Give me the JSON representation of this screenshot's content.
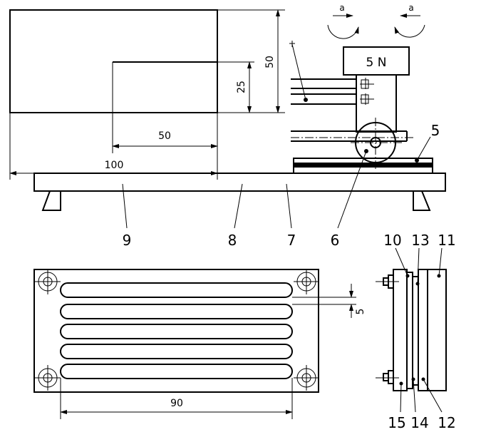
{
  "dimensions": {
    "top_width_inner": "50",
    "top_width_total": "100",
    "top_height_inner": "25",
    "top_height_total": "50",
    "slot_width": "5",
    "slot_length": "90"
  },
  "load_label": "5 N",
  "motion_labels": [
    "a",
    "a"
  ],
  "part_labels": {
    "p5": "5",
    "p6": "6",
    "p7": "7",
    "p8": "8",
    "p9": "9",
    "p10": "10",
    "p11": "11",
    "p12": "12",
    "p13": "13",
    "p14": "14",
    "p15": "15"
  }
}
